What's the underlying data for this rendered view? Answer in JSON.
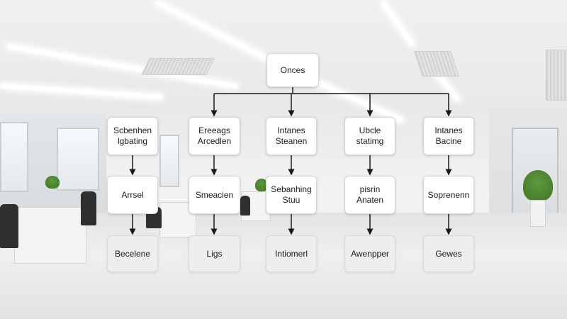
{
  "diagram": {
    "root": {
      "label": "Onces"
    },
    "columns": [
      {
        "level1": "Scbenhen\nlgbating",
        "level2": "Arrsel",
        "level3": "Becelene"
      },
      {
        "level1": "Ereeags\nArcedlen",
        "level2": "Smeacien",
        "level3": "Ligs"
      },
      {
        "level1": "Intanes\nSteanen",
        "level2": "Sebanhing\nStuu",
        "level3": "Intiomerl"
      },
      {
        "level1": "Ubcle\nstatimg",
        "level2": "pisrin\nAnaten",
        "level3": "Awenpper"
      },
      {
        "level1": "Intanes\nBacine",
        "level2": "Soprenenn",
        "level3": "Gewes"
      }
    ]
  },
  "colors": {
    "box_fill": "#ffffff",
    "box_fill_soft": "#eeeeee",
    "connector": "#1a1a1a"
  }
}
